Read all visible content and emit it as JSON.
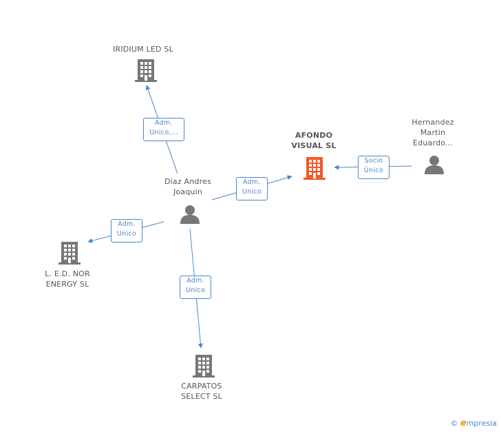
{
  "colors": {
    "edge": "#4a86c8",
    "node": "#777777",
    "focus": "#f05a28",
    "label": "#555555"
  },
  "nodes": {
    "iridium": {
      "lines": [
        "IRIDIUM LED  SL"
      ],
      "icon": "building-icon"
    },
    "afondo": {
      "lines": [
        "AFONDO",
        "VISUAL SL"
      ],
      "icon": "building-icon"
    },
    "hernandez": {
      "lines": [
        "Hernandez",
        "Martin",
        "Eduardo..."
      ],
      "icon": "person-icon"
    },
    "diaz": {
      "lines": [
        "Diaz Andres",
        "Joaquin"
      ],
      "icon": "person-icon"
    },
    "lednor": {
      "lines": [
        "L. E.D. NOR",
        "ENERGY SL"
      ],
      "icon": "building-icon"
    },
    "carpatos": {
      "lines": [
        "CARPATOS",
        "SELECT SL"
      ],
      "icon": "building-icon"
    }
  },
  "edges": [
    {
      "id": "diaz-iridium",
      "lines": [
        "Adm.",
        "Unico,..."
      ]
    },
    {
      "id": "diaz-afondo",
      "lines": [
        "Adm.",
        "Unico"
      ]
    },
    {
      "id": "hernandez-afondo",
      "lines": [
        "Socio",
        "Único"
      ]
    },
    {
      "id": "diaz-lednor",
      "lines": [
        "Adm.",
        "Unico"
      ]
    },
    {
      "id": "diaz-carpatos",
      "lines": [
        "Adm.",
        "Unico"
      ]
    }
  ],
  "footer": {
    "copyright": "©",
    "brand_initial": "e",
    "brand_rest": "mpresia"
  }
}
